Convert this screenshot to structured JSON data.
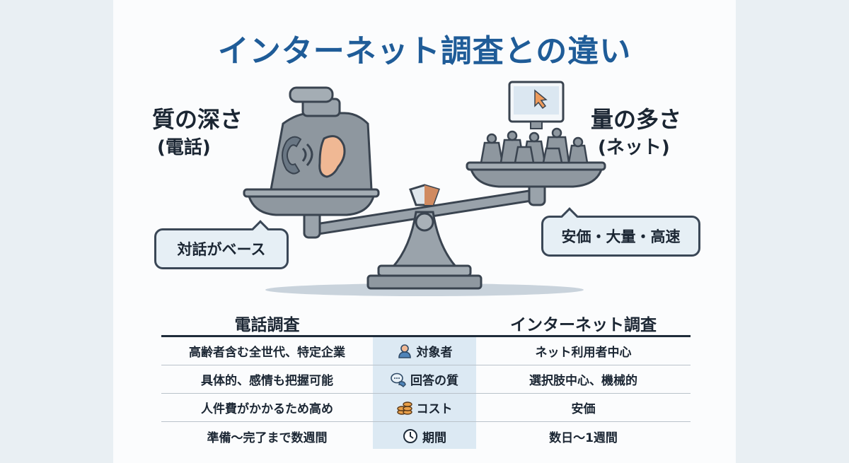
{
  "title": "インターネット調査との違い",
  "left": {
    "heading": "質の深さ",
    "sub": "(電話)",
    "bubble": "対話がベース"
  },
  "right": {
    "heading": "量の多さ",
    "sub": "(ネット)",
    "bubble": "安価・大量・高速"
  },
  "table": {
    "headers": {
      "left": "電話調査",
      "right": "インターネット調査"
    },
    "rows": [
      {
        "left": "高齢者含む全世代、特定企業",
        "category": "対象者",
        "icon": "person-icon",
        "right": "ネット利用者中心"
      },
      {
        "left": "具体的、感情も把握可能",
        "category": "回答の質",
        "icon": "speech-bubbles-icon",
        "right": "選択肢中心、機械的"
      },
      {
        "left": "人件費がかかるため高め",
        "category": "コスト",
        "icon": "coins-icon",
        "right": "安価"
      },
      {
        "left": "準備〜完了まで数週間",
        "category": "期間",
        "icon": "clock-icon",
        "right": "数日〜1週間"
      }
    ]
  },
  "colors": {
    "title": "#1f5c98",
    "accent": "#dce9f3",
    "metal": "#8e979f"
  }
}
